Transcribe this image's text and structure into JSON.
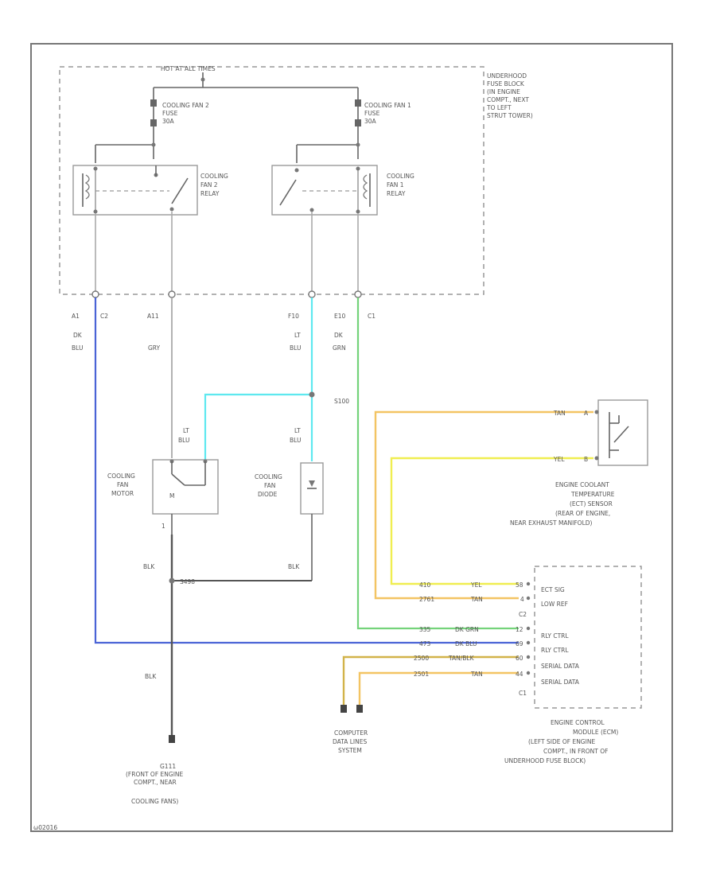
{
  "diagram_id": "ω02016",
  "underhood_box": {
    "hot_label": "HOT AT ALL TIMES",
    "location": [
      "UNDERHOOD",
      "FUSE BLOCK",
      "(IN ENGINE",
      "COMPT., NEXT",
      "TO LEFT",
      "STRUT TOWER)"
    ]
  },
  "fuses": {
    "fan2": [
      "COOLING FAN 2",
      "FUSE",
      "30A"
    ],
    "fan1": [
      "COOLING FAN 1",
      "FUSE",
      "30A"
    ]
  },
  "relays": {
    "fan2": [
      "COOLING",
      "FAN 2",
      "RELAY"
    ],
    "fan1": [
      "COOLING",
      "FAN 1",
      "RELAY"
    ]
  },
  "pins": {
    "a1": "A1",
    "c2": "C2",
    "a11": "A11",
    "f10": "F10",
    "e10": "E10",
    "c1": "C1"
  },
  "wire_colors": {
    "dk_blu": [
      "DK",
      "BLU"
    ],
    "gry": "GRY",
    "lt_blu": [
      "LT",
      "BLU"
    ],
    "lt_blu_2": [
      "LT",
      "BLU"
    ],
    "lt_blu_3": [
      "LT",
      "BLU"
    ],
    "dk_grn": [
      "DK",
      "GRN"
    ],
    "blk_motor": "BLK",
    "blk_diode": "BLK",
    "blk_ground": "BLK"
  },
  "splices": {
    "s100": "S100",
    "s498": "S498"
  },
  "components": {
    "fan_motor": [
      "COOLING",
      "FAN",
      "MOTOR"
    ],
    "motor_m": "M",
    "motor_pin": "1",
    "fan_diode": [
      "COOLING",
      "FAN",
      "DIODE"
    ]
  },
  "ect_sensor": {
    "wire_tan": "TAN",
    "pin_a": "A",
    "wire_yel": "YEL",
    "pin_b": "B",
    "label": [
      "ENGINE COOLANT",
      "TEMPERATURE",
      "(ECT) SENSOR",
      "(REAR OF ENGINE,",
      "NEAR EXHAUST MANIFOLD)"
    ]
  },
  "ecm": {
    "rows": [
      {
        "circuit": "410",
        "color": "YEL",
        "pin": "58",
        "function": "ECT SIG"
      },
      {
        "circuit": "2761",
        "color": "TAN",
        "pin": "4",
        "function": "LOW REF"
      },
      {
        "circuit": "",
        "color": "",
        "pin": "",
        "function": "C2"
      },
      {
        "circuit": "335",
        "color": "DK GRN",
        "pin": "12",
        "function": "RLY CTRL"
      },
      {
        "circuit": "473",
        "color": "DK BLU",
        "pin": "69",
        "function": "RLY CTRL"
      },
      {
        "circuit": "2500",
        "color": "TAN/BLK",
        "pin": "60",
        "function": "SERIAL DATA"
      },
      {
        "circuit": "2501",
        "color": "TAN",
        "pin": "44",
        "function": "SERIAL DATA"
      }
    ],
    "c1": "C1",
    "label": [
      "ENGINE CONTROL",
      "MODULE (ECM)",
      "(LEFT SIDE OF ENGINE",
      "COMPT., IN FRONT OF",
      "UNDERHOOD FUSE BLOCK)"
    ]
  },
  "data_link": [
    "COMPUTER",
    "DATA LINES",
    "SYSTEM"
  ],
  "ground": {
    "id": "G111",
    "label": [
      "(FRONT OF ENGINE",
      "COMPT., NEAR",
      "COOLING FANS)"
    ]
  },
  "colors": {
    "dk_blu_wire": "#4a63d6",
    "lt_blu_wire": "#5ee8ef",
    "dk_grn_wire": "#74d37a",
    "yel_wire": "#f0ee50",
    "tan_wire": "#f3c463",
    "tan_blk_wire": "#d2b34a",
    "blk_wire": "#555555"
  }
}
